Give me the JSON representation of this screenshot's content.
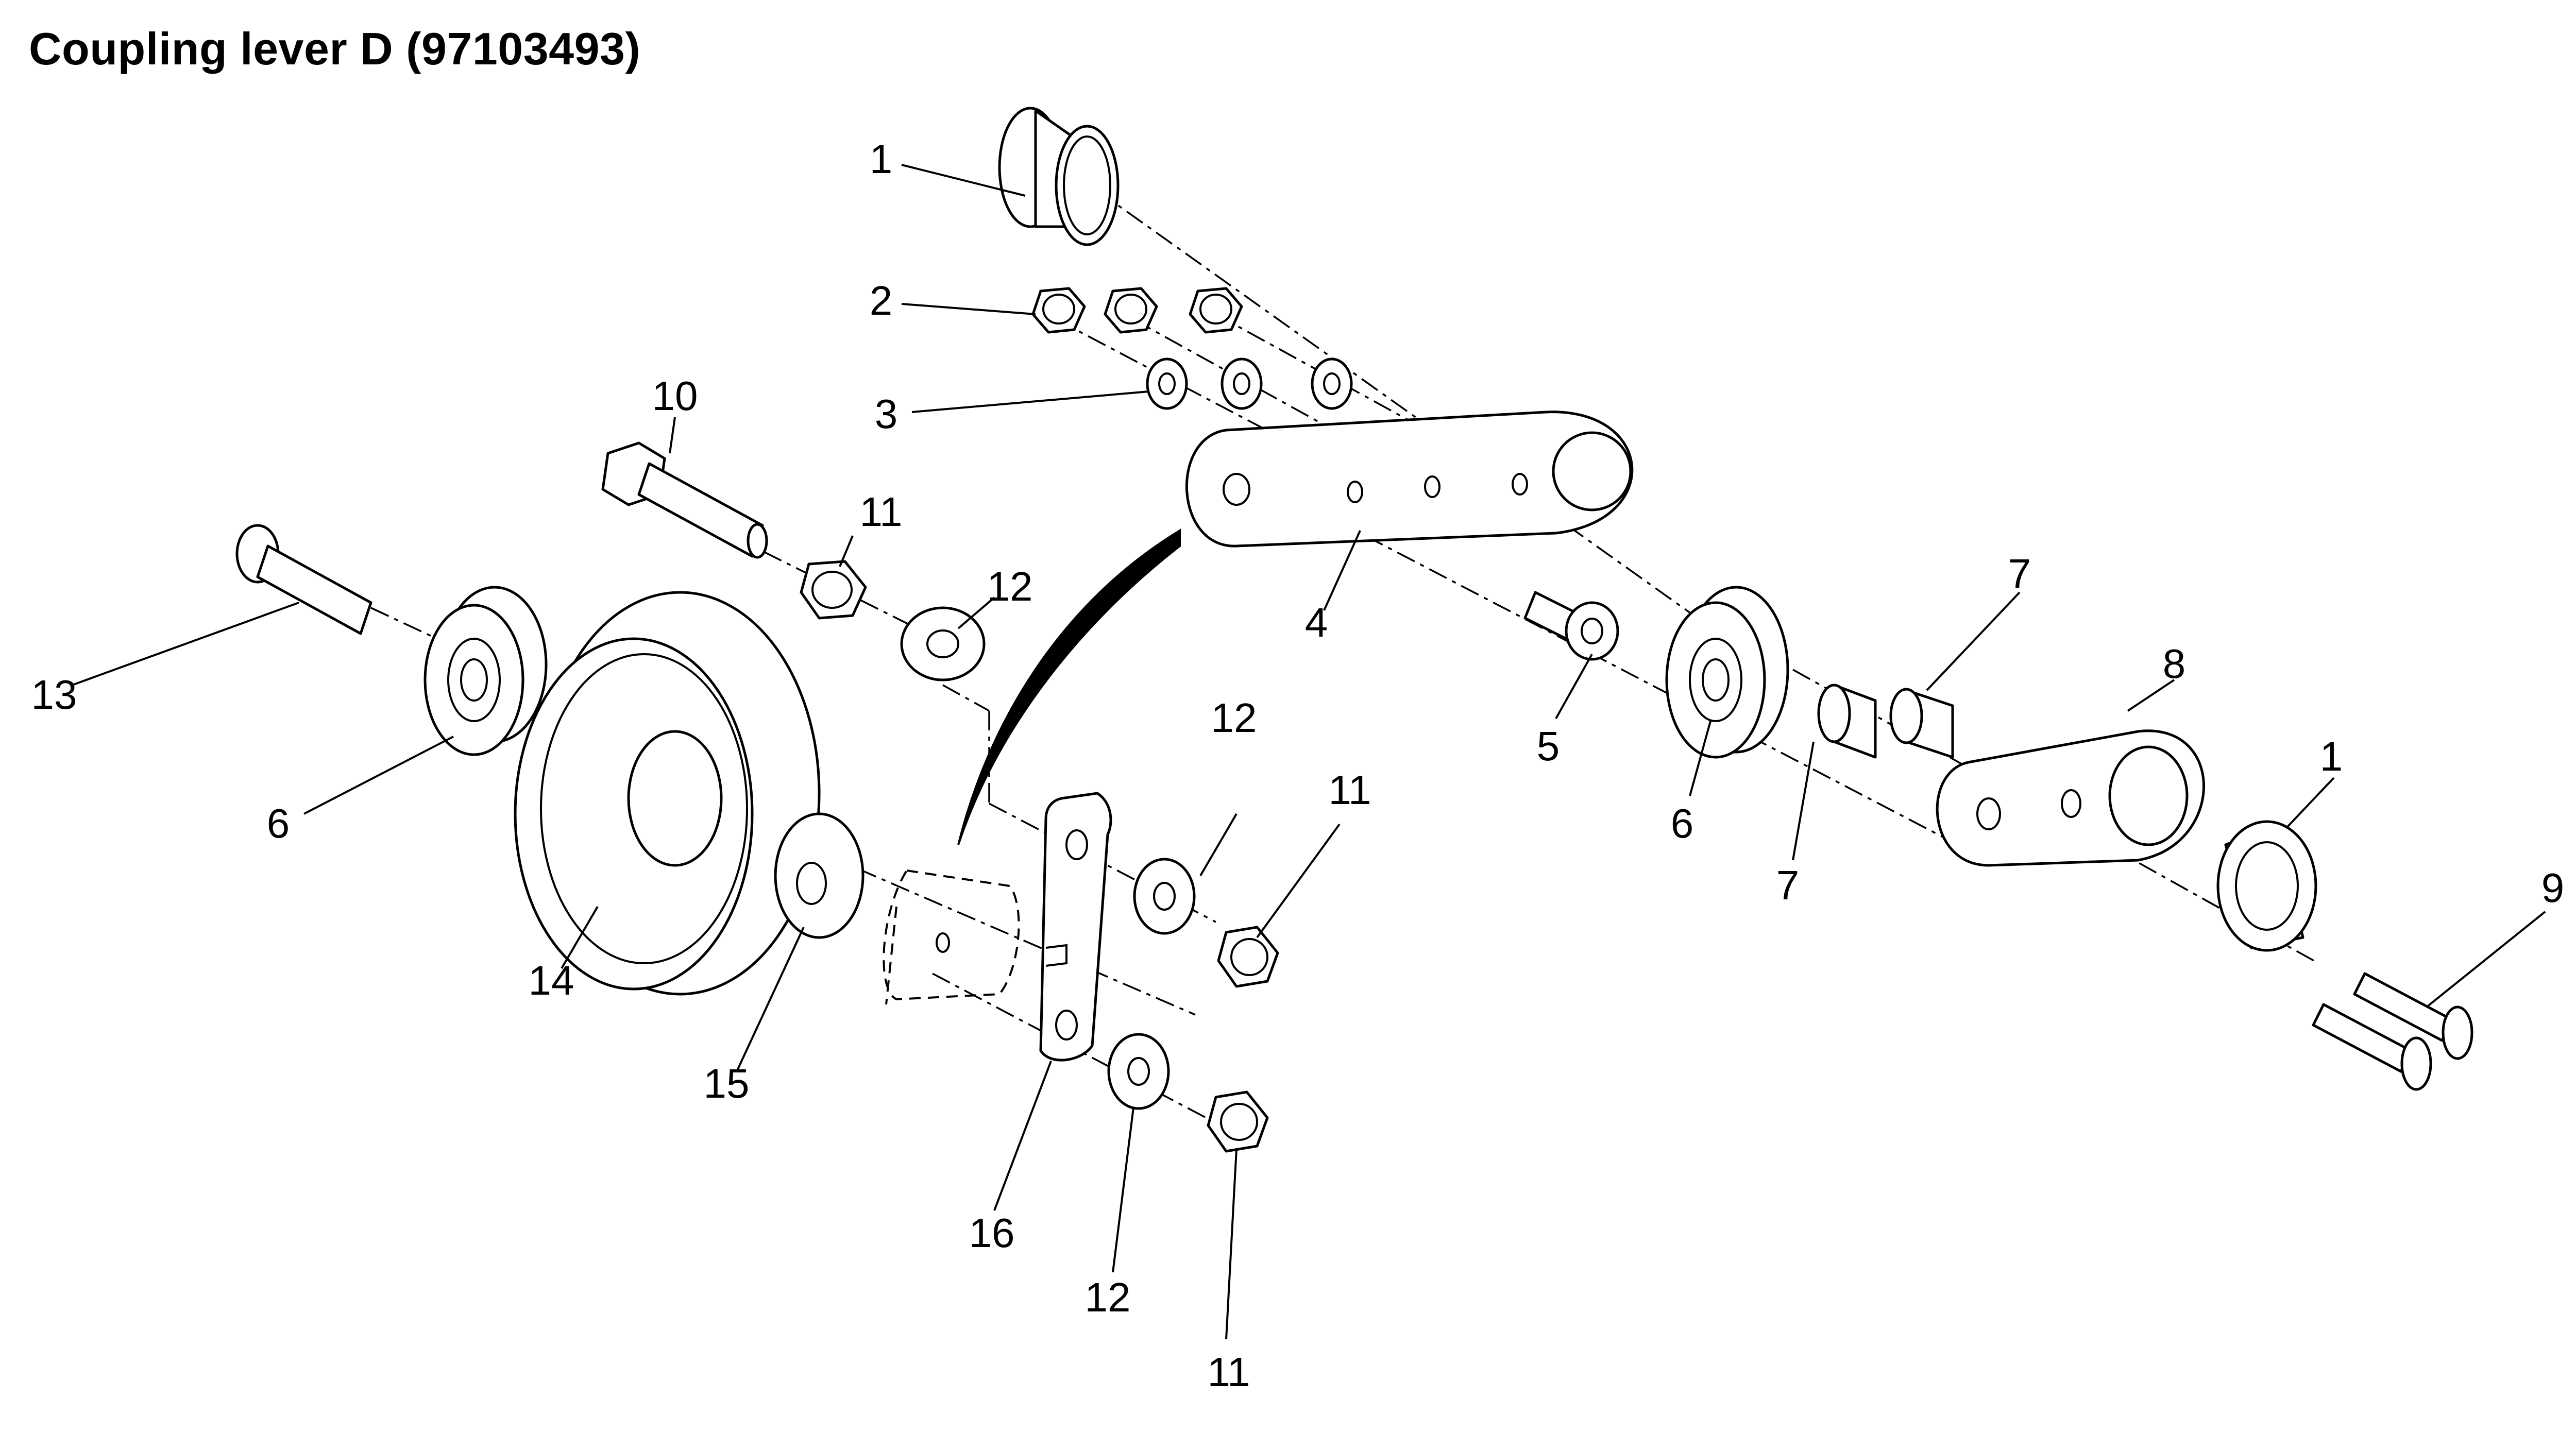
{
  "title": "Coupling lever D (97103493)",
  "callouts": [
    {
      "id": "c1a",
      "text": "1"
    },
    {
      "id": "c2",
      "text": "2"
    },
    {
      "id": "c3",
      "text": "3"
    },
    {
      "id": "c10",
      "text": "10"
    },
    {
      "id": "c11a",
      "text": "11"
    },
    {
      "id": "c12a",
      "text": "12"
    },
    {
      "id": "c13",
      "text": "13"
    },
    {
      "id": "c6a",
      "text": "6"
    },
    {
      "id": "c14",
      "text": "14"
    },
    {
      "id": "c15",
      "text": "15"
    },
    {
      "id": "c4",
      "text": "4"
    },
    {
      "id": "c5",
      "text": "5"
    },
    {
      "id": "c6b",
      "text": "6"
    },
    {
      "id": "c7a",
      "text": "7"
    },
    {
      "id": "c7b",
      "text": "7"
    },
    {
      "id": "c8",
      "text": "8"
    },
    {
      "id": "c1b",
      "text": "1"
    },
    {
      "id": "c9",
      "text": "9"
    },
    {
      "id": "c12b",
      "text": "12"
    },
    {
      "id": "c11b",
      "text": "11"
    },
    {
      "id": "c16",
      "text": "16"
    },
    {
      "id": "c12c",
      "text": "12"
    },
    {
      "id": "c11c",
      "text": "11"
    }
  ]
}
